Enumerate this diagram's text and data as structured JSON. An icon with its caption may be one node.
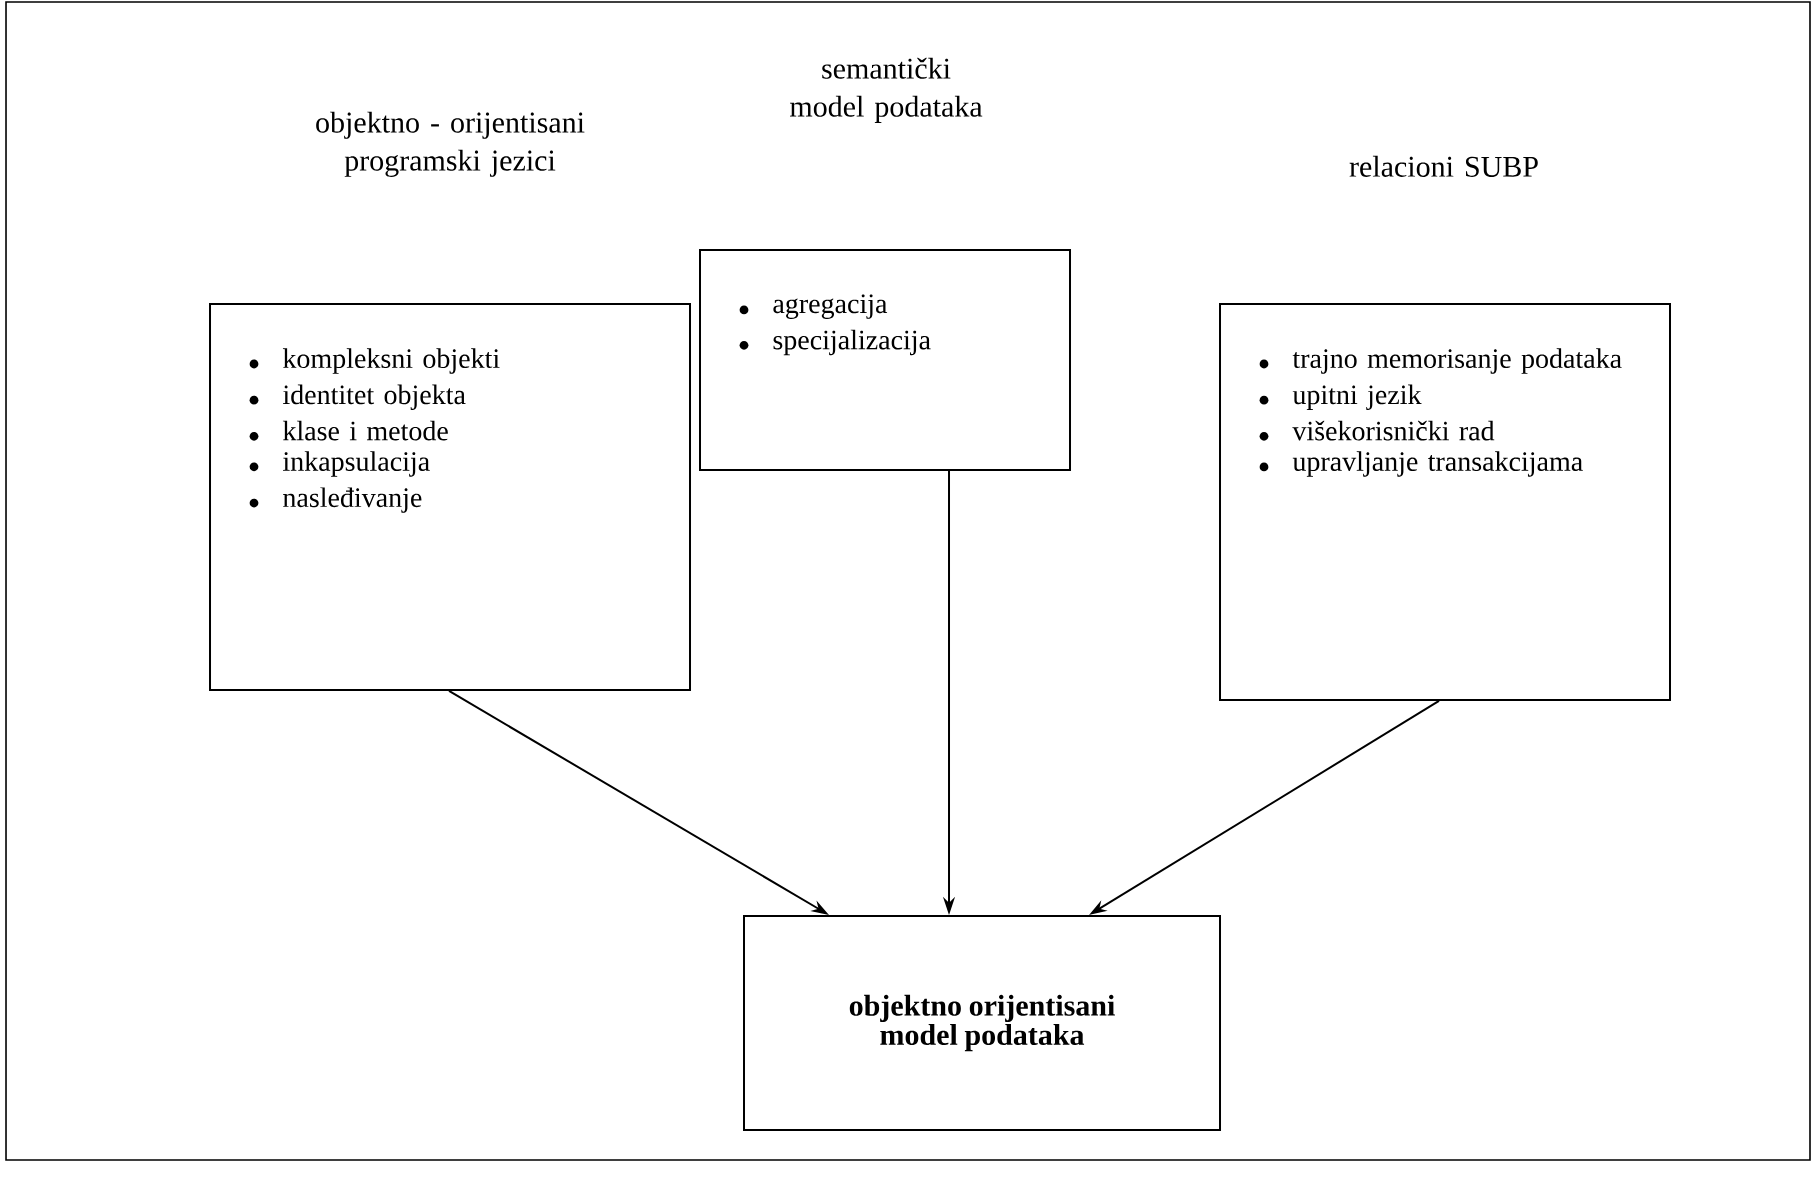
{
  "diagram": {
    "nodes": [
      {
        "text": [
          "objektno - orijentisani programski jezici",
          "kompleksni objekti",
          "identitet objekta",
          "klase i metode",
          "inkapsulacija",
          "nasleđivanje"
        ]
      },
      {
        "text": [
          "semantički model podataka",
          "agregacija",
          "specijalizacija"
        ]
      },
      {
        "text": [
          "relacioni SUBP",
          "trajno memorisanje podataka",
          "upitni jezik",
          "višekorisnički rad",
          "upravljanje transakcijama"
        ]
      },
      {
        "text": [
          "objektno orijentisani model podataka"
        ]
      }
    ],
    "edges": [
      {
        "from": 0,
        "to": 3,
        "arrow": "to"
      },
      {
        "from": 1,
        "to": 3,
        "arrow": "to"
      },
      {
        "from": 2,
        "to": 3,
        "arrow": "to"
      }
    ]
  }
}
